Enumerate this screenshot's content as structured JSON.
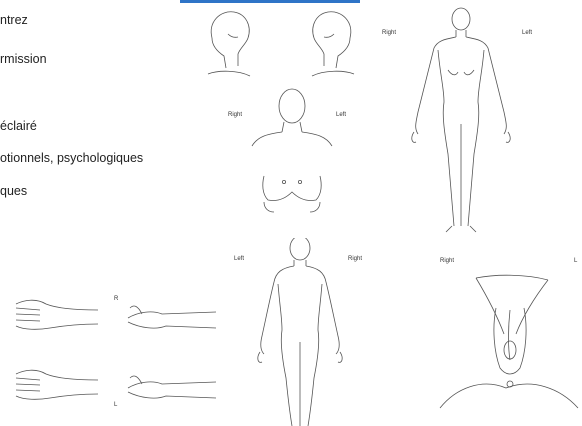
{
  "slide": {
    "lines": [
      "ntrez",
      "rmission",
      "éclairé",
      "otionnels, psychologiques",
      "ques"
    ]
  },
  "labels": {
    "body_front_right": "Right",
    "body_front_left": "Left",
    "torso_right": "Right",
    "torso_left": "Left",
    "body_back_left": "Left",
    "body_back_right": "Right",
    "genital_right": "Right",
    "genital_left": "L",
    "hands_top": "R",
    "hands_bottom": "L"
  },
  "colors": {
    "accent": "#2f74c7",
    "line": "#555555",
    "text": "#222222"
  },
  "icons": [
    "head-profile-icon",
    "body-front-icon",
    "torso-front-icon",
    "body-back-icon",
    "hand-icon",
    "genital-diagram-icon"
  ]
}
